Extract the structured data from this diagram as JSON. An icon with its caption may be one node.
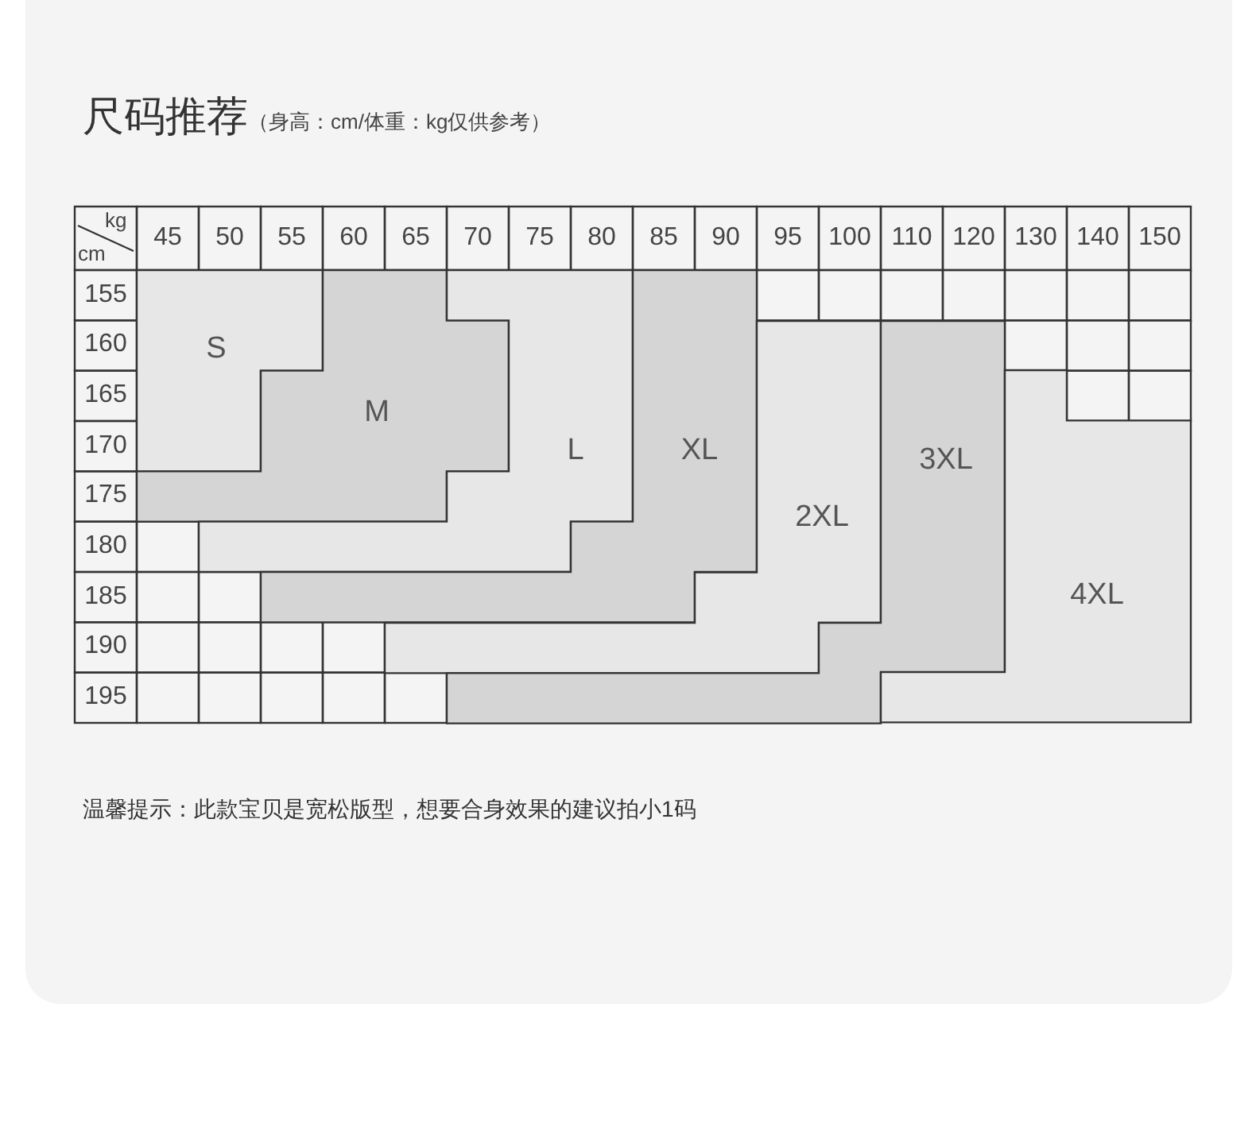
{
  "diagram": {
    "title": "尺码推荐",
    "caption": "温馨提示：此款宝贝是宽松版型，想要合身效果的建议拍小1码",
    "nodes": [
      {
        "text": [
          "S"
        ]
      },
      {
        "text": [
          "M"
        ]
      },
      {
        "text": [
          "L"
        ]
      },
      {
        "text": [
          "XL"
        ]
      },
      {
        "text": [
          "2XL"
        ]
      },
      {
        "text": [
          "3XL"
        ]
      },
      {
        "text": [
          "4XL"
        ]
      }
    ],
    "labels": [
      "（身高：cm/体重：kg仅供参考）",
      "kg",
      "cm",
      "45",
      "50",
      "55",
      "60",
      "65",
      "70",
      "75",
      "80",
      "85",
      "90",
      "95",
      "100",
      "110",
      "120",
      "130",
      "140",
      "150",
      "155",
      "160",
      "165",
      "170",
      "175",
      "180",
      "185",
      "190",
      "195"
    ]
  }
}
